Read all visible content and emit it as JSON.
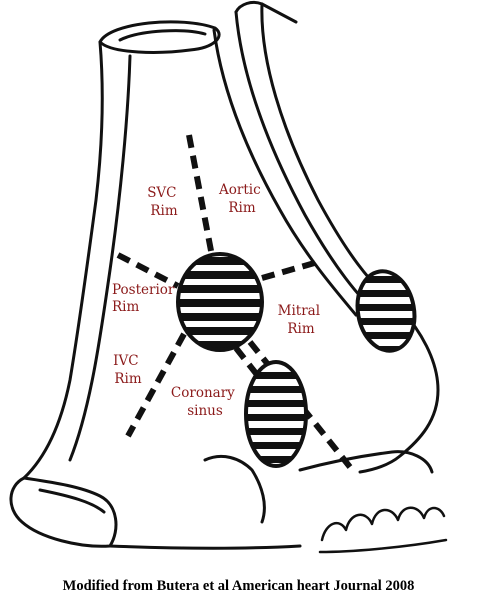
{
  "labels": {
    "svc": [
      "SVC",
      "Rim"
    ],
    "aortic": [
      "Aortic",
      "Rim"
    ],
    "posterior": [
      "Posterior",
      "Rim"
    ],
    "mitral": [
      "Mitral",
      "Rim"
    ],
    "ivc": [
      "IVC",
      "Rim"
    ],
    "coronary": [
      "Coronary",
      "sinus"
    ]
  },
  "caption": "Modified from Butera et al American heart Journal 2008",
  "colors": {
    "label": "#8b1a1a",
    "ink": "#111111",
    "background": "#ffffff"
  }
}
